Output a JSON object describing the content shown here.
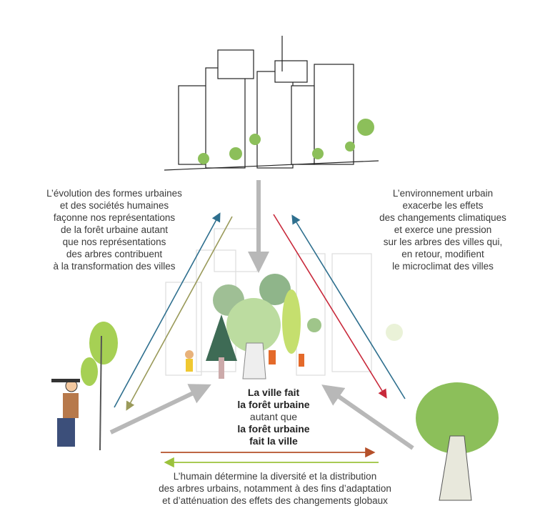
{
  "left_text": [
    "L’évolution des formes urbaines",
    "et des sociétés humaines",
    "façonne nos représentations",
    "de la forêt urbaine autant",
    "que nos représentations",
    "des arbres contribuent",
    "à la transformation des villes"
  ],
  "right_text": [
    "L’environnement urbain",
    "exacerbe les effets",
    "des changements climatiques",
    "et exerce une pression",
    "sur les arbres des villes qui,",
    "en retour, modifient",
    "le microclimat des villes"
  ],
  "center_text": {
    "line1": "La ville fait",
    "line2": "la forêt urbaine",
    "line3": "autant que",
    "line4": "la forêt urbaine",
    "line5": "fait la ville"
  },
  "bottom_text": [
    "L’humain détermine la diversité et la distribution",
    "des arbres urbains, notamment à des fins d’adaptation",
    "et d’atténuation des effets des changements globaux"
  ],
  "colors": {
    "blue": "#2e6f8e",
    "olive": "#9a9a5a",
    "red": "#c8283a",
    "brown": "#b5502a",
    "green": "#9bc23c",
    "gray": "#b8b8b8",
    "tree_green": "#8cbf5a"
  }
}
